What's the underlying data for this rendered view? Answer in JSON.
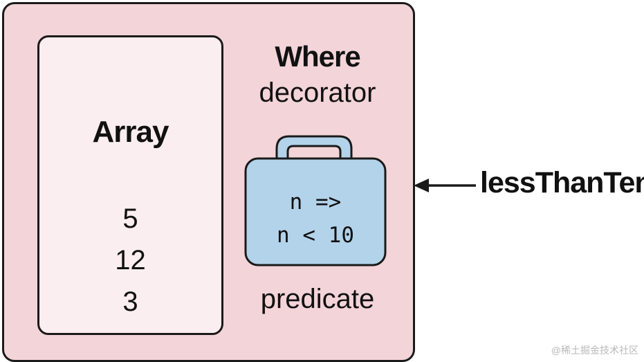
{
  "array": {
    "title": "Array",
    "values": [
      "5",
      "12",
      "3"
    ]
  },
  "decorator": {
    "title": "Where",
    "subtitle": "decorator"
  },
  "predicate": {
    "code_lines": [
      "n =>",
      "n < 10"
    ],
    "label": "predicate"
  },
  "input_label": "lessThanTen",
  "watermark": "@稀土掘金技术社区",
  "colors": {
    "outer_fill": "#f3d4d8",
    "array_fill": "#fbeef0",
    "lock_fill": "#b3d3ea",
    "stroke": "#1a1a1a"
  },
  "icons": [
    "lock-icon",
    "arrow-left-icon"
  ]
}
